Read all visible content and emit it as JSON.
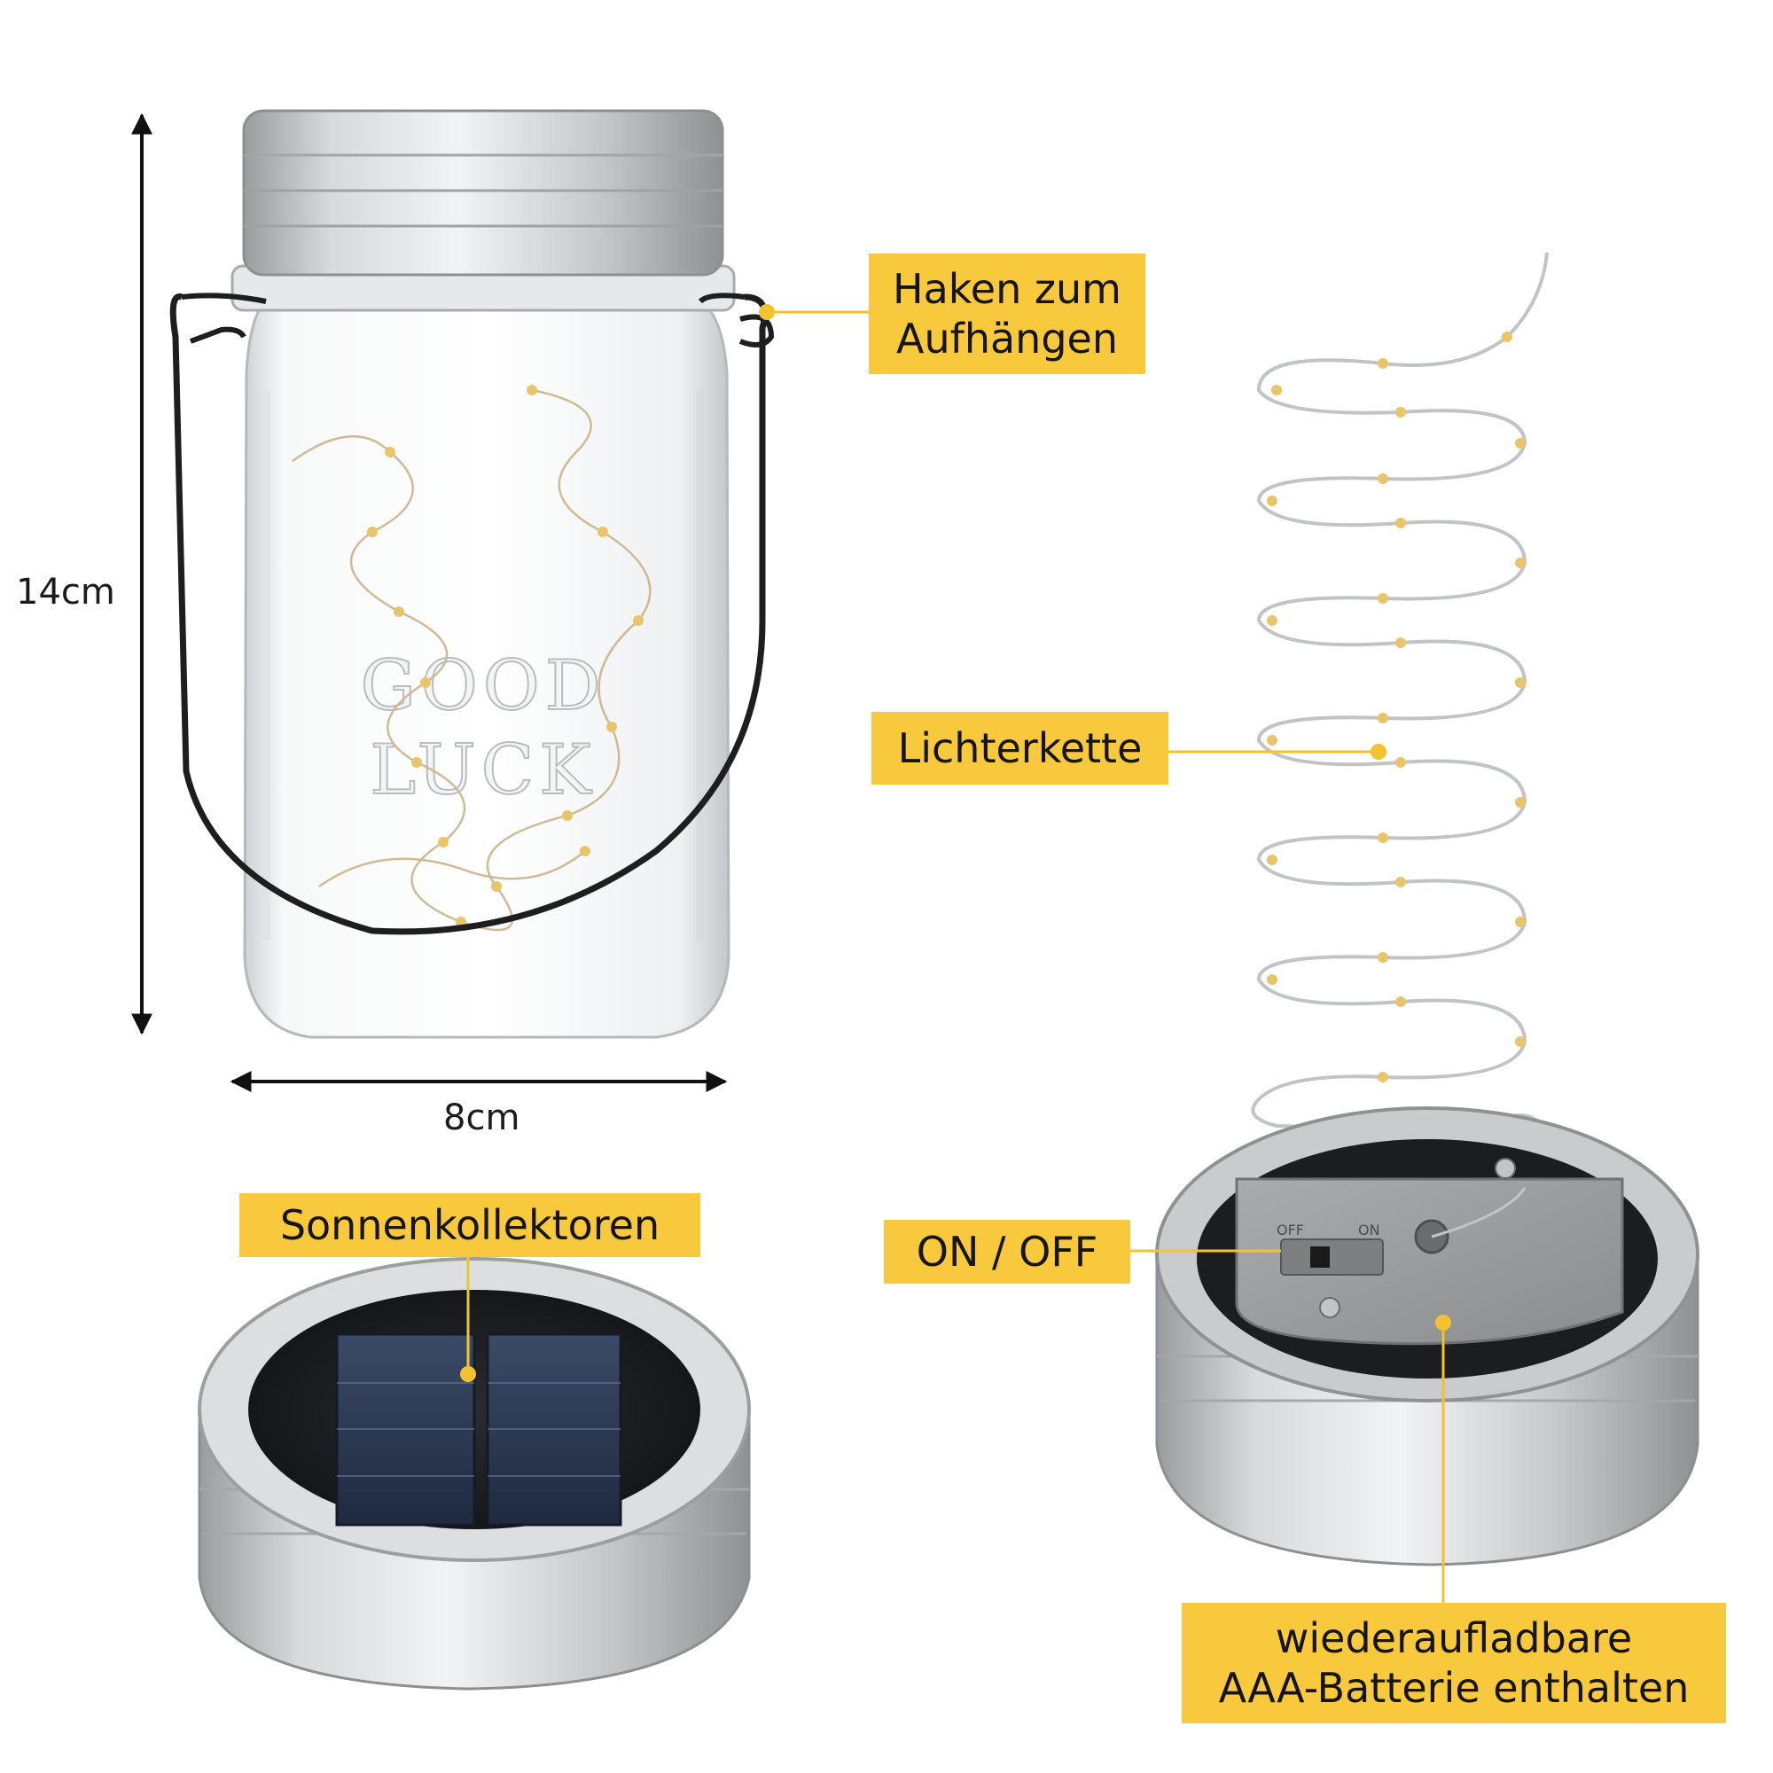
{
  "dimensions": {
    "height_label": "14cm",
    "width_label": "8cm"
  },
  "callouts": {
    "hook": {
      "line1": "Haken zum",
      "line2": "Aufhängen"
    },
    "fairy_lights": "Lichterkette",
    "solar": "Sonnenkollektoren",
    "switch": "ON / OFF",
    "battery": {
      "line1": "wiederaufladbare",
      "line2": "AAA-Batterie enthalten"
    }
  },
  "jar_embossing": {
    "line1": "GOOD",
    "line2": "LUCK"
  },
  "switch_markings": {
    "off": "OFF",
    "on": "ON"
  },
  "colors": {
    "label_background": "#f9c93d",
    "leader_line": "#f2c230",
    "metal": "#bfc1c3",
    "solar_cell": "#2c3850",
    "handle_wire": "#1e1e1e",
    "led": "#e9c56a"
  }
}
